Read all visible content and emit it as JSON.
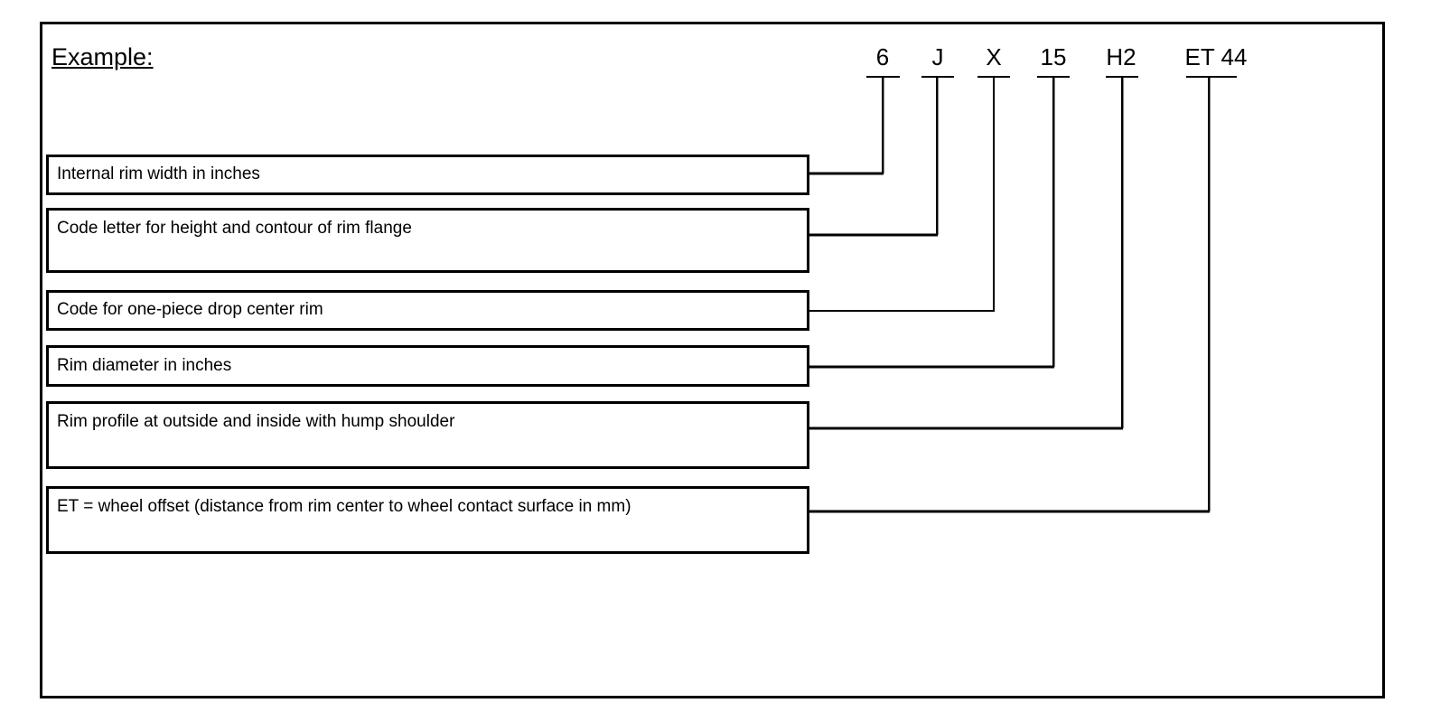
{
  "example_label": "Example:",
  "code": {
    "tokens": [
      {
        "text": "6"
      },
      {
        "text": "J"
      },
      {
        "text": "X"
      },
      {
        "text": "15"
      },
      {
        "text": "H2"
      },
      {
        "text": "ET 44"
      }
    ]
  },
  "rows": [
    {
      "label": "Internal rim width in inches",
      "maps_to": "6"
    },
    {
      "label": "Code letter for height and contour of rim flange",
      "maps_to": "J"
    },
    {
      "label": "Code for one-piece drop center rim",
      "maps_to": "X"
    },
    {
      "label": "Rim diameter in inches",
      "maps_to": "15"
    },
    {
      "label": "Rim profile at outside and inside with hump shoulder",
      "maps_to": "H2"
    },
    {
      "label": "ET = wheel offset (distance from rim center to wheel contact surface in mm)",
      "maps_to": "ET 44"
    }
  ],
  "colors": {
    "background": "#ffffff",
    "line": "#000000",
    "text": "#000000"
  }
}
